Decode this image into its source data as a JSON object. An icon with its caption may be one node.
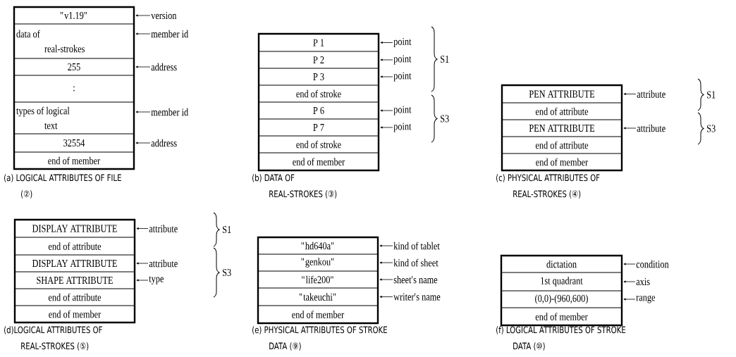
{
  "diagram": {
    "nodes": [
      {
        "text": [
          "(a) LOGICAL ATTRIBUTES OF FILE (②)"
        ]
      },
      {
        "text": [
          "\"v1.19\""
        ],
        "in": 0
      },
      {
        "text": [
          "data of real-strokes"
        ],
        "in": 0
      },
      {
        "text": [
          "255"
        ],
        "in": 0
      },
      {
        "text": [
          ":"
        ],
        "in": 0
      },
      {
        "text": [
          "types of logical text"
        ],
        "in": 0
      },
      {
        "text": [
          "32554"
        ],
        "in": 0
      },
      {
        "text": [
          "end of member"
        ],
        "in": 0
      },
      {
        "text": [
          "version"
        ]
      },
      {
        "text": [
          "member id"
        ]
      },
      {
        "text": [
          "address"
        ]
      },
      {
        "text": [
          "member id"
        ]
      },
      {
        "text": [
          "address"
        ]
      },
      {
        "text": [
          "(b) DATA OF REAL-STROKES (③)"
        ]
      },
      {
        "text": [
          "P 1"
        ],
        "in": 13
      },
      {
        "text": [
          "P 2"
        ],
        "in": 13
      },
      {
        "text": [
          "P 3"
        ],
        "in": 13
      },
      {
        "text": [
          "end of stroke"
        ],
        "in": 13
      },
      {
        "text": [
          "P 6"
        ],
        "in": 13
      },
      {
        "text": [
          "P 7"
        ],
        "in": 13
      },
      {
        "text": [
          "end of stroke"
        ],
        "in": 13
      },
      {
        "text": [
          "end of member"
        ],
        "in": 13
      },
      {
        "text": [
          "point"
        ]
      },
      {
        "text": [
          "point"
        ]
      },
      {
        "text": [
          "point"
        ]
      },
      {
        "text": [
          "point"
        ]
      },
      {
        "text": [
          "point"
        ]
      },
      {
        "text": [
          "(c) PHYSICAL ATTRIBUTES OF REAL-STROKES (④)"
        ]
      },
      {
        "text": [
          "PEN ATTRIBUTE"
        ],
        "in": 27
      },
      {
        "text": [
          "end of attribute"
        ],
        "in": 27
      },
      {
        "text": [
          "PEN ATTRIBUTE"
        ],
        "in": 27
      },
      {
        "text": [
          "end of attribute"
        ],
        "in": 27
      },
      {
        "text": [
          "end of member"
        ],
        "in": 27
      },
      {
        "text": [
          "attribute"
        ]
      },
      {
        "text": [
          "attribute"
        ]
      },
      {
        "text": [
          "(d)LOGICAL ATTRIBUTES OF REAL-STROKES (⑤)"
        ]
      },
      {
        "text": [
          "DISPLAY ATTRIBUTE"
        ],
        "in": 35
      },
      {
        "text": [
          "end of attribute"
        ],
        "in": 35
      },
      {
        "text": [
          "DISPLAY ATTRIBUTE"
        ],
        "in": 35
      },
      {
        "text": [
          "SHAPE ATTRIBUTE"
        ],
        "in": 35
      },
      {
        "text": [
          "end of attribute"
        ],
        "in": 35
      },
      {
        "text": [
          "end of member"
        ],
        "in": 35
      },
      {
        "text": [
          "attribute"
        ]
      },
      {
        "text": [
          "attribute"
        ]
      },
      {
        "text": [
          "type"
        ]
      },
      {
        "text": [
          "(e) PHYSICAL ATTRIBUTES OF STROKE DATA (⑨)"
        ]
      },
      {
        "text": [
          "\"hd640a\""
        ],
        "in": 45
      },
      {
        "text": [
          "\"genkou\""
        ],
        "in": 45
      },
      {
        "text": [
          "\"life200\""
        ],
        "in": 45
      },
      {
        "text": [
          "\"takeuchi\""
        ],
        "in": 45
      },
      {
        "text": [
          "end of member"
        ],
        "in": 45
      },
      {
        "text": [
          "kind of tablet"
        ]
      },
      {
        "text": [
          "kind of sheet"
        ]
      },
      {
        "text": [
          "sheet's name"
        ]
      },
      {
        "text": [
          "writer's name"
        ]
      },
      {
        "text": [
          "(f) LOGICAL ATTRIBUTES OF STROKE DATA (⑩)"
        ]
      },
      {
        "text": [
          "dictation"
        ],
        "in": 55
      },
      {
        "text": [
          "1st quadrant"
        ],
        "in": 55
      },
      {
        "text": [
          "(0,0)-(960,600)"
        ],
        "in": 55
      },
      {
        "text": [
          "end of member"
        ],
        "in": 55
      },
      {
        "text": [
          "condition"
        ]
      },
      {
        "text": [
          "axis"
        ]
      },
      {
        "text": [
          "range"
        ]
      }
    ],
    "edges": [
      {
        "from": 8,
        "to": 1,
        "arrow": "to"
      },
      {
        "from": 9,
        "to": 2,
        "arrow": "to"
      },
      {
        "from": 10,
        "to": 3,
        "arrow": "to"
      },
      {
        "from": 11,
        "to": 5,
        "arrow": "to"
      },
      {
        "from": 12,
        "to": 6,
        "arrow": "to"
      },
      {
        "from": 22,
        "to": 14,
        "arrow": "to"
      },
      {
        "from": 23,
        "to": 15,
        "arrow": "to"
      },
      {
        "from": 24,
        "to": 16,
        "arrow": "to"
      },
      {
        "from": 25,
        "to": 18,
        "arrow": "to"
      },
      {
        "from": 26,
        "to": 19,
        "arrow": "to"
      },
      {
        "from": 33,
        "to": 28,
        "arrow": "to"
      },
      {
        "from": 34,
        "to": 30,
        "arrow": "to"
      },
      {
        "from": 42,
        "to": 36,
        "arrow": "to"
      },
      {
        "from": 43,
        "to": 38,
        "arrow": "to"
      },
      {
        "from": 44,
        "to": 39,
        "arrow": "to"
      },
      {
        "from": 51,
        "to": 46,
        "arrow": "to"
      },
      {
        "from": 52,
        "to": 47,
        "arrow": "to"
      },
      {
        "from": 53,
        "to": 48,
        "arrow": "to"
      },
      {
        "from": 54,
        "to": 49,
        "arrow": "to"
      },
      {
        "from": 60,
        "to": 56,
        "arrow": "to"
      },
      {
        "from": 61,
        "to": 57,
        "arrow": "to"
      },
      {
        "from": 62,
        "to": 58,
        "arrow": "to"
      }
    ],
    "labels": [
      "S1",
      "S3",
      "S1",
      "S3",
      "S1",
      "S3"
    ]
  }
}
